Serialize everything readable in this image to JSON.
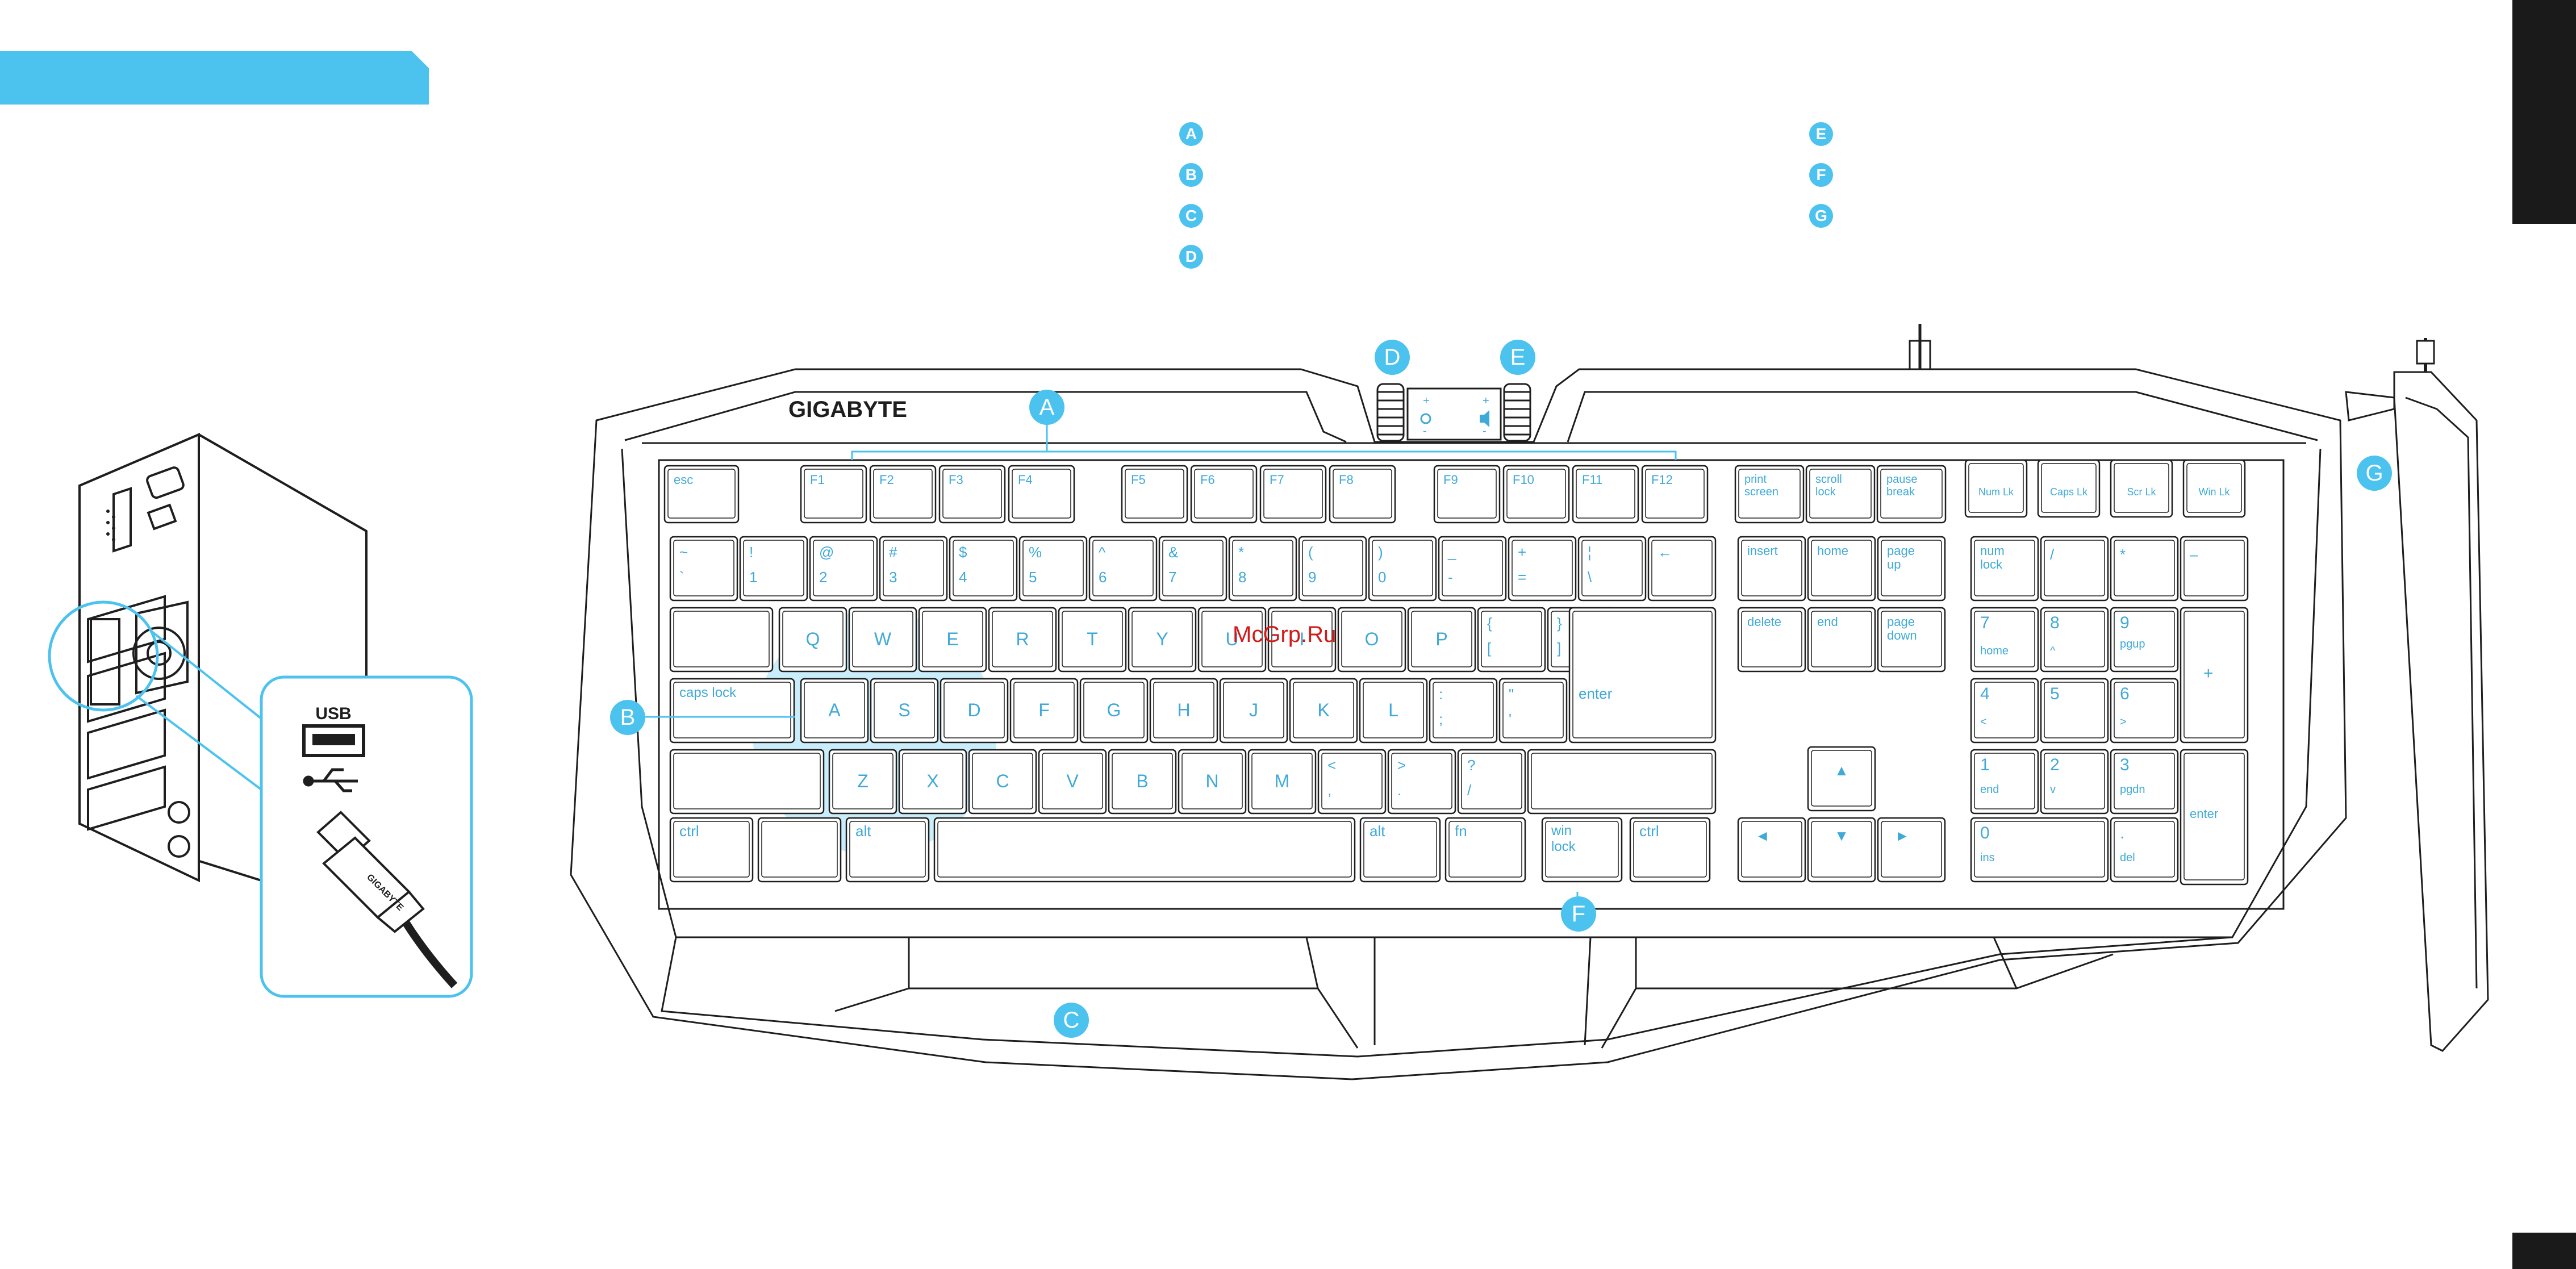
{
  "legend": {
    "left": [
      "A",
      "B",
      "C",
      "D"
    ],
    "right": [
      "E",
      "F",
      "G"
    ]
  },
  "callouts": {
    "A": "A",
    "B": "B",
    "C": "C",
    "D": "D",
    "E": "E",
    "F": "F",
    "G": "G"
  },
  "brand": "GIGABYTE",
  "usb_label": "USB",
  "cable_brand": "GIGABYTE",
  "watermark": "McGrp.Ru",
  "knob_symbols": {
    "d_plus": "+",
    "d_minus": "-",
    "e_plus": "+",
    "e_minus": "-"
  },
  "keys": {
    "esc": "esc",
    "f1": "F1",
    "f2": "F2",
    "f3": "F3",
    "f4": "F4",
    "f5": "F5",
    "f6": "F6",
    "f7": "F7",
    "f8": "F8",
    "f9": "F9",
    "f10": "F10",
    "f11": "F11",
    "f12": "F12",
    "print1": "print",
    "print2": "screen",
    "scroll1": "scroll",
    "scroll2": "lock",
    "pause1": "pause",
    "pause2": "break",
    "ind1": "Num Lk",
    "ind2": "Caps Lk",
    "ind3": "Scr Lk",
    "ind4": "Win Lk",
    "tilde_t": "~",
    "tilde_b": "`",
    "n1_t": "!",
    "n1_b": "1",
    "n2_t": "@",
    "n2_b": "2",
    "n3_t": "#",
    "n3_b": "3",
    "n4_t": "$",
    "n4_b": "4",
    "n5_t": "%",
    "n5_b": "5",
    "n6_t": "^",
    "n6_b": "6",
    "n7_t": "&",
    "n7_b": "7",
    "n8_t": "*",
    "n8_b": "8",
    "n9_t": "(",
    "n9_b": "9",
    "n0_t": ")",
    "n0_b": "0",
    "minus_t": "_",
    "minus_b": "-",
    "eq_t": "+",
    "eq_b": "=",
    "bs_t": "¦",
    "bs_b": "\\",
    "back": "←",
    "insert": "insert",
    "home": "home",
    "pgup1": "page",
    "pgup2": "up",
    "numlock1": "num",
    "numlock2": "lock",
    "slash": "/",
    "star": "*",
    "npminus": "–",
    "q": "Q",
    "w": "W",
    "e": "E",
    "r": "R",
    "t": "T",
    "y": "Y",
    "u": "U",
    "i": "I",
    "o": "O",
    "p": "P",
    "lb_t": "{",
    "lb_b": "[",
    "rb_t": "}",
    "rb_b": "]",
    "delete": "delete",
    "end": "end",
    "pgdn1": "page",
    "pgdn2": "down",
    "np7": "7",
    "np7s": "home",
    "np8": "8",
    "np8s": "^",
    "np9": "9",
    "np9s": "pgup",
    "npplus": "+",
    "caps": "caps lock",
    "a": "A",
    "s": "S",
    "d": "D",
    "f": "F",
    "g": "G",
    "h": "H",
    "j": "J",
    "k": "K",
    "l": "L",
    "semi_t": ":",
    "semi_b": ";",
    "quote_t": "\"",
    "quote_b": "'",
    "enter": "enter",
    "np4": "4",
    "np4s": "<",
    "np5": "5",
    "np6": "6",
    "np6s": ">",
    "z": "Z",
    "x": "X",
    "c": "C",
    "v": "V",
    "b": "B",
    "n": "N",
    "m": "M",
    "comma_t": "<",
    "comma_b": ",",
    "dot_t": ">",
    "dot_b": ".",
    "qm_t": "?",
    "qm_b": "/",
    "up": "▲",
    "np1": "1",
    "np1s": "end",
    "np2": "2",
    "np2s": "v",
    "np3": "3",
    "np3s": "pgdn",
    "npenter": "enter",
    "ctrl": "ctrl",
    "alt": "alt",
    "alt2": "alt",
    "fn": "fn",
    "winlock1": "win",
    "winlock2": "lock",
    "ctrl2": "ctrl",
    "left": "◄",
    "down": "▼",
    "right": "►",
    "np0": "0",
    "np0s": "ins",
    "npdot": ".",
    "npdots": "del"
  },
  "colors": {
    "accent": "#4cc2ef",
    "line": "#1e1e1e",
    "keytext": "#3fa9d8"
  }
}
